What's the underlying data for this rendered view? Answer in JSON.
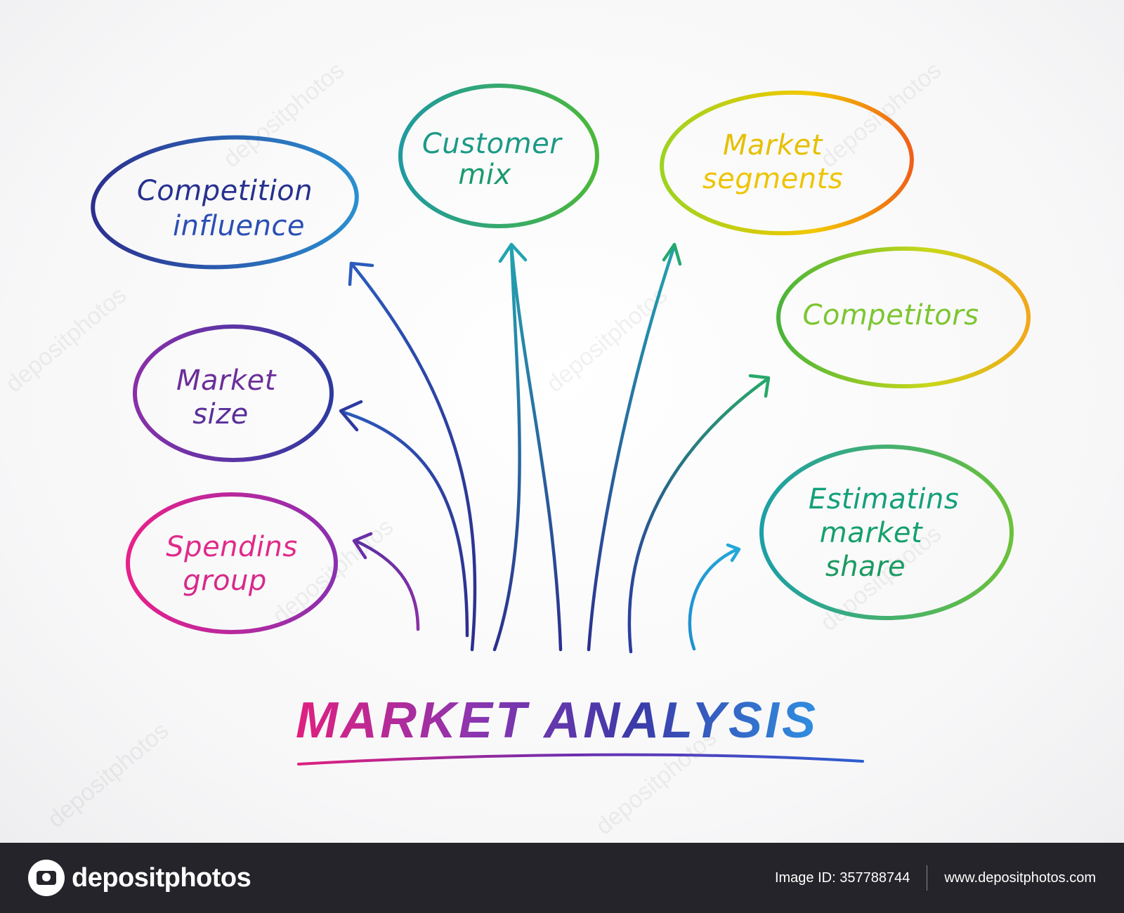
{
  "diagram": {
    "title": "MARKET ANALYSIS",
    "title_gradient": [
      "#e0207f",
      "#8a35b0",
      "#3b3aa8",
      "#2f8fe0"
    ],
    "nodes": [
      {
        "id": "competition-influence",
        "line1": "Competition",
        "line2": "influence",
        "color": "#27318f",
        "stroke": "#2d3aa3"
      },
      {
        "id": "customer-mix",
        "line1": "Customer",
        "line2": "mix",
        "color": "#1c9a78",
        "stroke": "#27a860"
      },
      {
        "id": "market-segments",
        "line1": "Market",
        "line2": "segments",
        "color": "#e2c400",
        "stroke": "#f0c400"
      },
      {
        "id": "market-size",
        "line1": "Market",
        "line2": "size",
        "color": "#6b2f9a",
        "stroke": "#4e2fa0"
      },
      {
        "id": "competitors",
        "line1": "Competitors",
        "line2": "",
        "color": "#7cc630",
        "stroke": "#b9d91e"
      },
      {
        "id": "spending-group",
        "line1": "Spendins",
        "line2": "group",
        "color": "#e02a8a",
        "stroke": "#c8309a"
      },
      {
        "id": "estimating-market-share",
        "line1": "Estimatins",
        "line2": "market",
        "line3": "share",
        "color": "#13a07a",
        "stroke": "#2fb37a"
      }
    ]
  },
  "footer": {
    "logo_text": "depositphotos",
    "image_id": "Image ID: 357788744",
    "site": "www.depositphotos.com"
  },
  "watermark": "depositphotos"
}
